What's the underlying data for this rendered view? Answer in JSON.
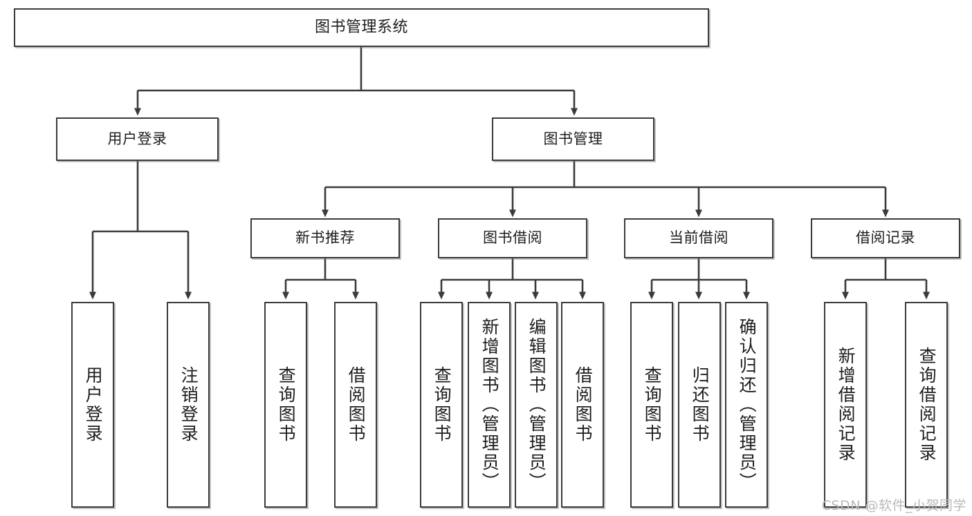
{
  "diagram": {
    "type": "tree-hierarchy",
    "title": "图书管理系统",
    "watermark": "CSDN @软件_小贺同学",
    "colors": {
      "box_border": "#3a3a3a",
      "box_fill": "#ffffff",
      "connector": "#3a3a3a",
      "watermark": "#b9b9b9"
    },
    "nodes": {
      "root": {
        "label": "图书管理系统"
      },
      "level2": [
        {
          "label": "用户登录"
        },
        {
          "label": "图书管理"
        }
      ],
      "level3": [
        {
          "label": "新书推荐"
        },
        {
          "label": "图书借阅"
        },
        {
          "label": "当前借阅"
        },
        {
          "label": "借阅记录"
        }
      ],
      "leaves": {
        "user_login": [
          {
            "label": "用户登录"
          },
          {
            "label": "注销登录"
          }
        ],
        "new_book_recommend": [
          {
            "label": "查询图书"
          },
          {
            "label": "借阅图书"
          }
        ],
        "book_borrow": [
          {
            "label": "查询图书"
          },
          {
            "label": "新增图书（管理员）"
          },
          {
            "label": "编辑图书（管理员）"
          },
          {
            "label": "借阅图书"
          }
        ],
        "current_borrow": [
          {
            "label": "查询图书"
          },
          {
            "label": "归还图书"
          },
          {
            "label": "确认归还（管理员）"
          }
        ],
        "borrow_record": [
          {
            "label": "新增借阅记录"
          },
          {
            "label": "查询借阅记录"
          }
        ]
      }
    }
  }
}
